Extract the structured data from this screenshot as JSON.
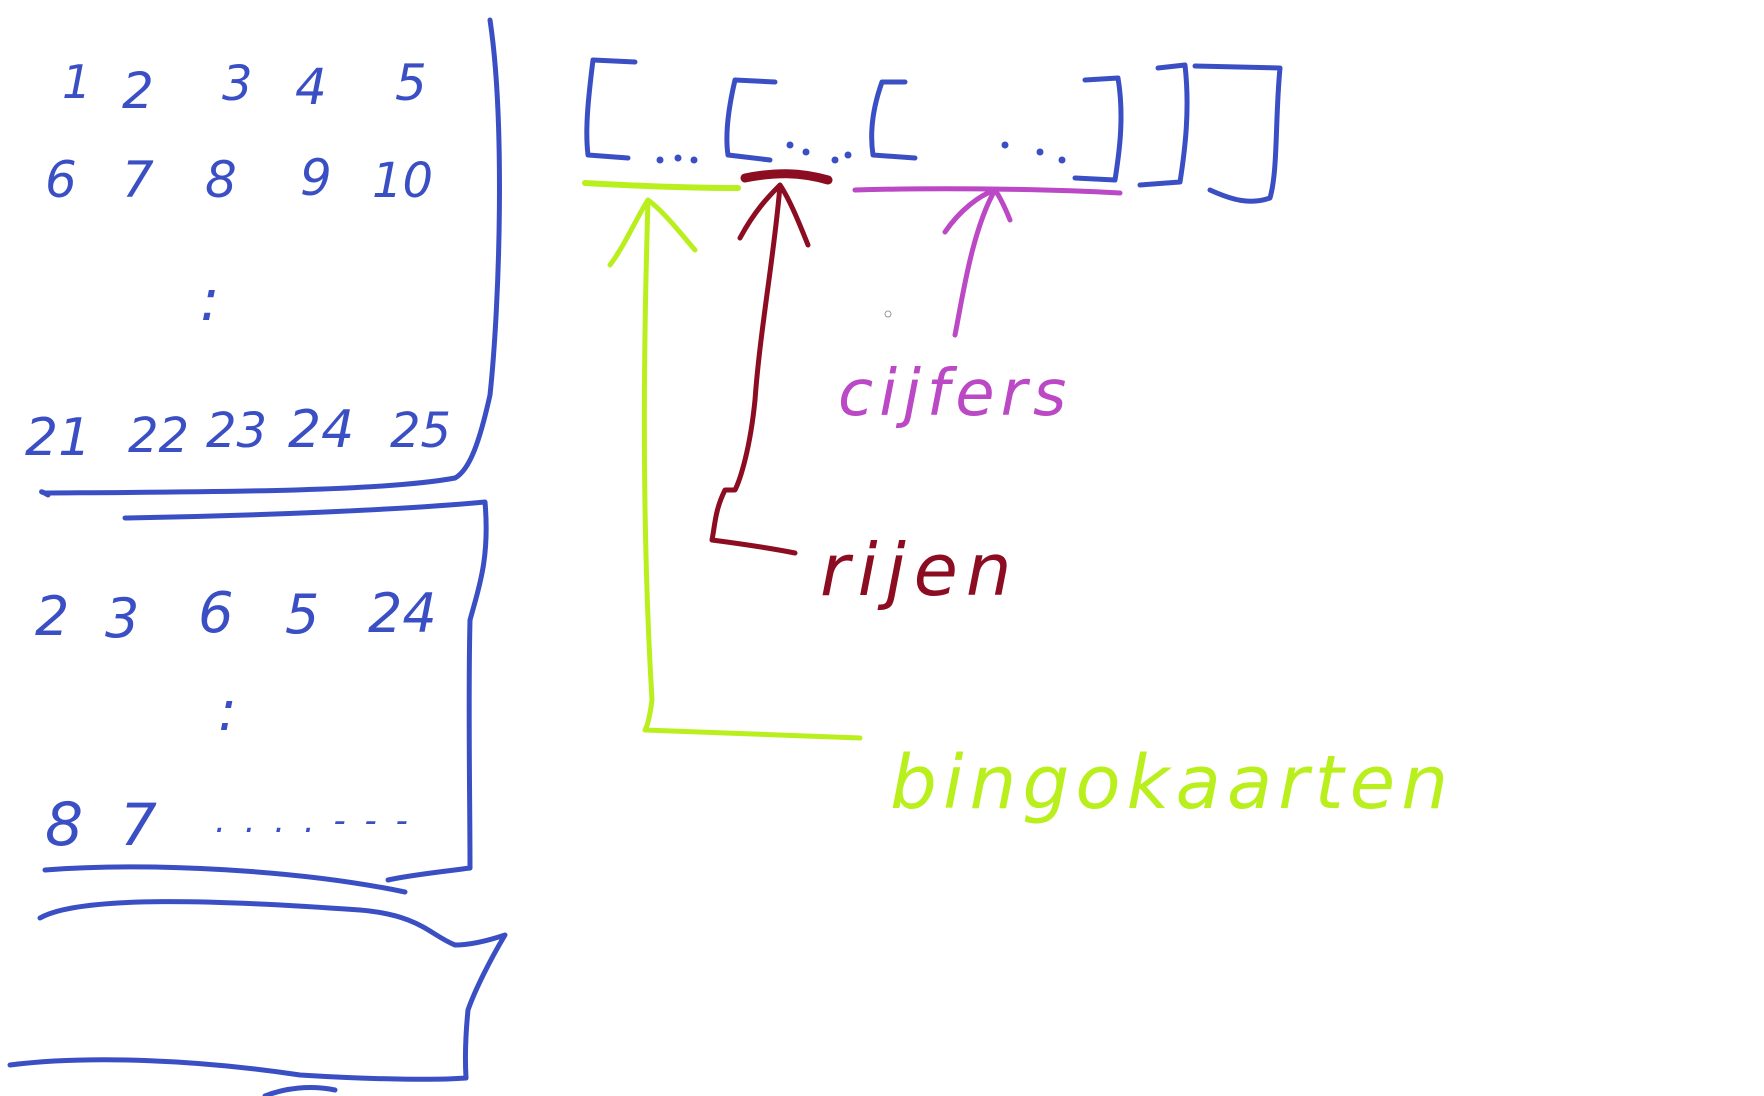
{
  "colors": {
    "blue": "#3b4fc4",
    "lime": "#b9ef1c",
    "maroon": "#8c0d22",
    "violet": "#bb48c4"
  },
  "card1": {
    "row1": [
      "1",
      "2",
      "3",
      "4",
      "5"
    ],
    "row2": [
      "6",
      "7",
      "8",
      "9",
      "10"
    ],
    "vdots": ":",
    "row_last": [
      "21",
      "22",
      "23",
      "24",
      "25"
    ]
  },
  "card2": {
    "row1": [
      "2",
      "3",
      "6",
      "5",
      "24"
    ],
    "vdots": ":",
    "row_last": [
      "8",
      "7",
      ". . . . - - -"
    ]
  },
  "labels": {
    "cijfers": "cijfers",
    "rijen": "rijen",
    "bingokaarten": "bingokaarten"
  }
}
